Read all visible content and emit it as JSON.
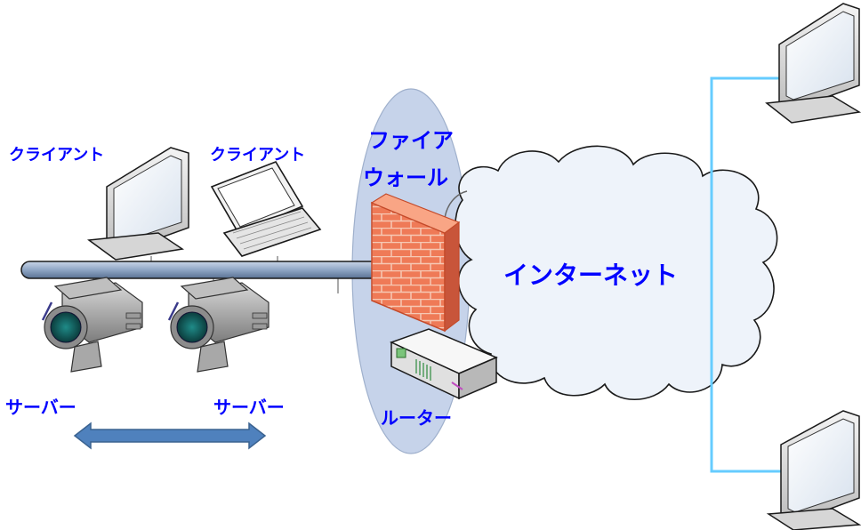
{
  "labels": {
    "client_1": "クライアント",
    "client_2": "クライアント",
    "firewall_line1": "ファイア",
    "firewall_line2": "ウォール",
    "internet": "インターネット",
    "server_1": "サーバー",
    "server_2": "サーバー",
    "router": "ルーター"
  },
  "colors": {
    "label_text": "#0000ff",
    "lan_bus": "#7f96b4",
    "firewall_ellipse": "#c6d3ea",
    "cloud_fill": "#eef3fa",
    "internet_line": "#66ccff",
    "arrow": "#4f81bd",
    "brick": "#ef7a57"
  },
  "icons": [
    "desktop-monitor-icon",
    "laptop-icon",
    "camera-server-icon",
    "firewall-brick-icon",
    "router-icon",
    "cloud-icon",
    "double-arrow-icon"
  ]
}
